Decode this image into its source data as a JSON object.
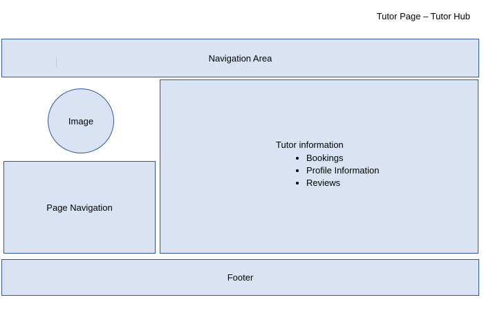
{
  "page_title": "Tutor Page – Tutor Hub",
  "navigation_area": {
    "label": "Navigation Area"
  },
  "image": {
    "label": "Image"
  },
  "page_navigation": {
    "label": "Page Navigation"
  },
  "tutor_information": {
    "heading": "Tutor information",
    "items": [
      "Bookings",
      "Profile Information",
      "Reviews"
    ]
  },
  "footer": {
    "label": "Footer"
  },
  "colors": {
    "box_fill": "#dae3f3",
    "box_border": "#2f5597"
  }
}
